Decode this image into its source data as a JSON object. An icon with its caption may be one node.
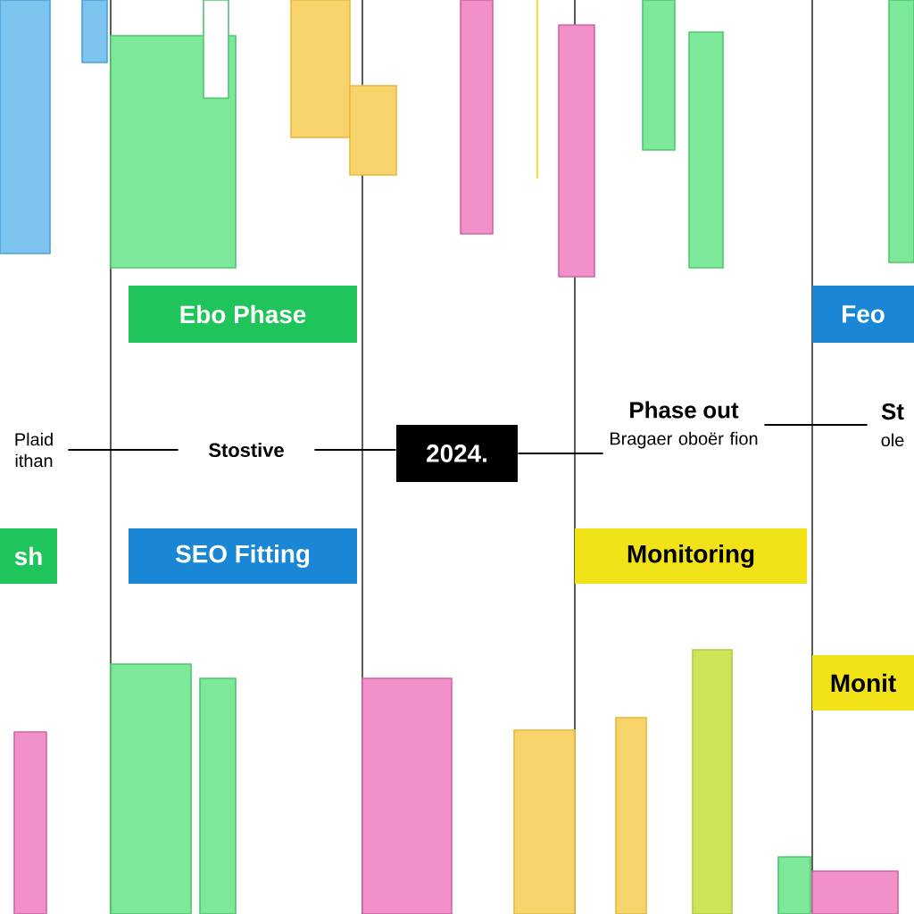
{
  "diagram": {
    "nodes": [
      {
        "text": [
          "Ebo Phase"
        ]
      },
      {
        "text": [
          "Feo"
        ]
      },
      {
        "text": [
          "Plaid ithan"
        ]
      },
      {
        "text": [
          "Stostive"
        ]
      },
      {
        "text": [
          "2024."
        ]
      },
      {
        "text": [
          "Phase out",
          "Bragaer oboër fion"
        ]
      },
      {
        "text": [
          "St",
          "ole"
        ]
      },
      {
        "text": [
          "sh"
        ]
      },
      {
        "text": [
          "SEO Fitting"
        ]
      },
      {
        "text": [
          "Monitoring"
        ]
      },
      {
        "text": [
          "Monit"
        ]
      },
      {
        "text": [],
        "shape": "bar"
      },
      {
        "text": [],
        "shape": "bar"
      },
      {
        "text": [],
        "shape": "bar"
      },
      {
        "text": [],
        "shape": "bar"
      },
      {
        "text": [],
        "shape": "bar"
      },
      {
        "text": [],
        "shape": "bar"
      },
      {
        "text": [],
        "shape": "bar"
      },
      {
        "text": [],
        "shape": "bar"
      },
      {
        "text": [],
        "shape": "bar"
      },
      {
        "text": [],
        "shape": "bar"
      },
      {
        "text": [],
        "shape": "bar"
      },
      {
        "text": [],
        "shape": "bar"
      },
      {
        "text": [],
        "shape": "bar"
      },
      {
        "text": [],
        "shape": "bar"
      },
      {
        "text": [],
        "shape": "bar"
      },
      {
        "text": [],
        "shape": "bar"
      },
      {
        "text": [],
        "shape": "bar"
      },
      {
        "text": [],
        "shape": "bar"
      },
      {
        "text": [],
        "shape": "bar"
      },
      {
        "text": [],
        "shape": "bar"
      }
    ],
    "edges": [
      {
        "from": 2,
        "to": 3,
        "arrow": "none"
      },
      {
        "from": 3,
        "to": 4,
        "arrow": "none"
      },
      {
        "from": 4,
        "to": 5,
        "arrow": "none"
      },
      {
        "from": 5,
        "to": 6,
        "arrow": "none"
      }
    ]
  }
}
